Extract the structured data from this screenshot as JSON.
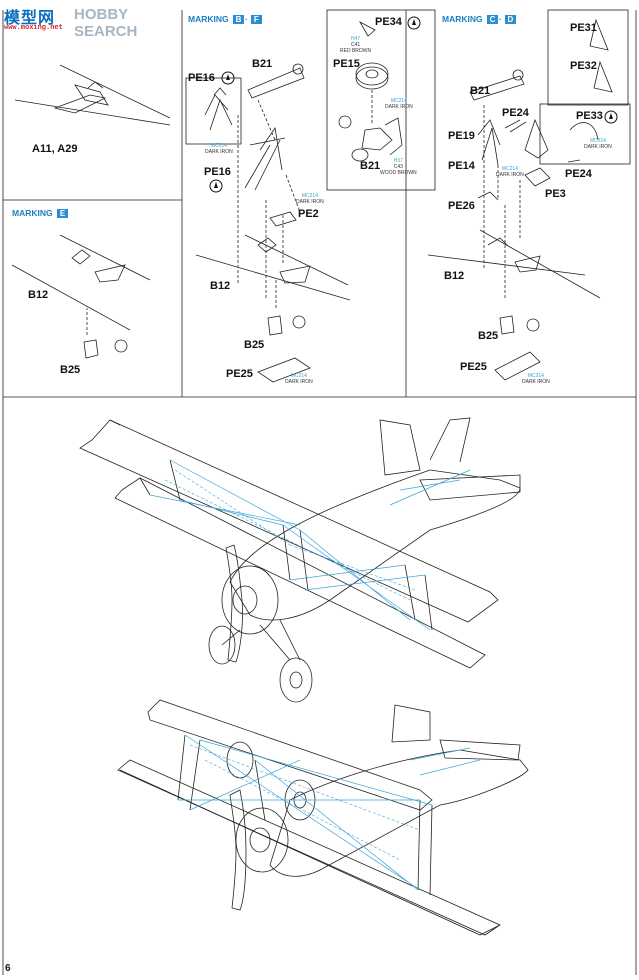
{
  "watermark": {
    "brand": "模型网",
    "brand_en": "HOBBY SEARCH",
    "url": "www.moxing.net"
  },
  "page_number": "6",
  "markings": {
    "bf": {
      "label": "MARKING",
      "letters": [
        "B",
        "F"
      ]
    },
    "cd": {
      "label": "MARKING",
      "letters": [
        "C",
        "D"
      ]
    },
    "e": {
      "label": "MARKING",
      "letters": [
        "E"
      ]
    }
  },
  "parts": {
    "a11_a29": "A11, A29",
    "b12": "B12",
    "b25": "B25",
    "b21": "B21",
    "pe2": "PE2",
    "pe3": "PE3",
    "pe14": "PE14",
    "pe15": "PE15",
    "pe16": "PE16",
    "pe19": "PE19",
    "pe24": "PE24",
    "pe25": "PE25",
    "pe26": "PE26",
    "pe31": "PE31",
    "pe32": "PE32",
    "pe33": "PE33",
    "pe34": "PE34"
  },
  "paints": {
    "dark_iron": {
      "code": "MC214",
      "name": "DARK IRON"
    },
    "red_brown": {
      "code": "H47",
      "code2": "C41",
      "name": "RED BROWN"
    },
    "wood_brown": {
      "code": "H37",
      "code2": "C43",
      "name": "WOOD BROWN"
    }
  },
  "colors": {
    "accent_blue": "#2a8fd0",
    "rigging_blue": "#3aa6d9",
    "line": "#222222"
  }
}
